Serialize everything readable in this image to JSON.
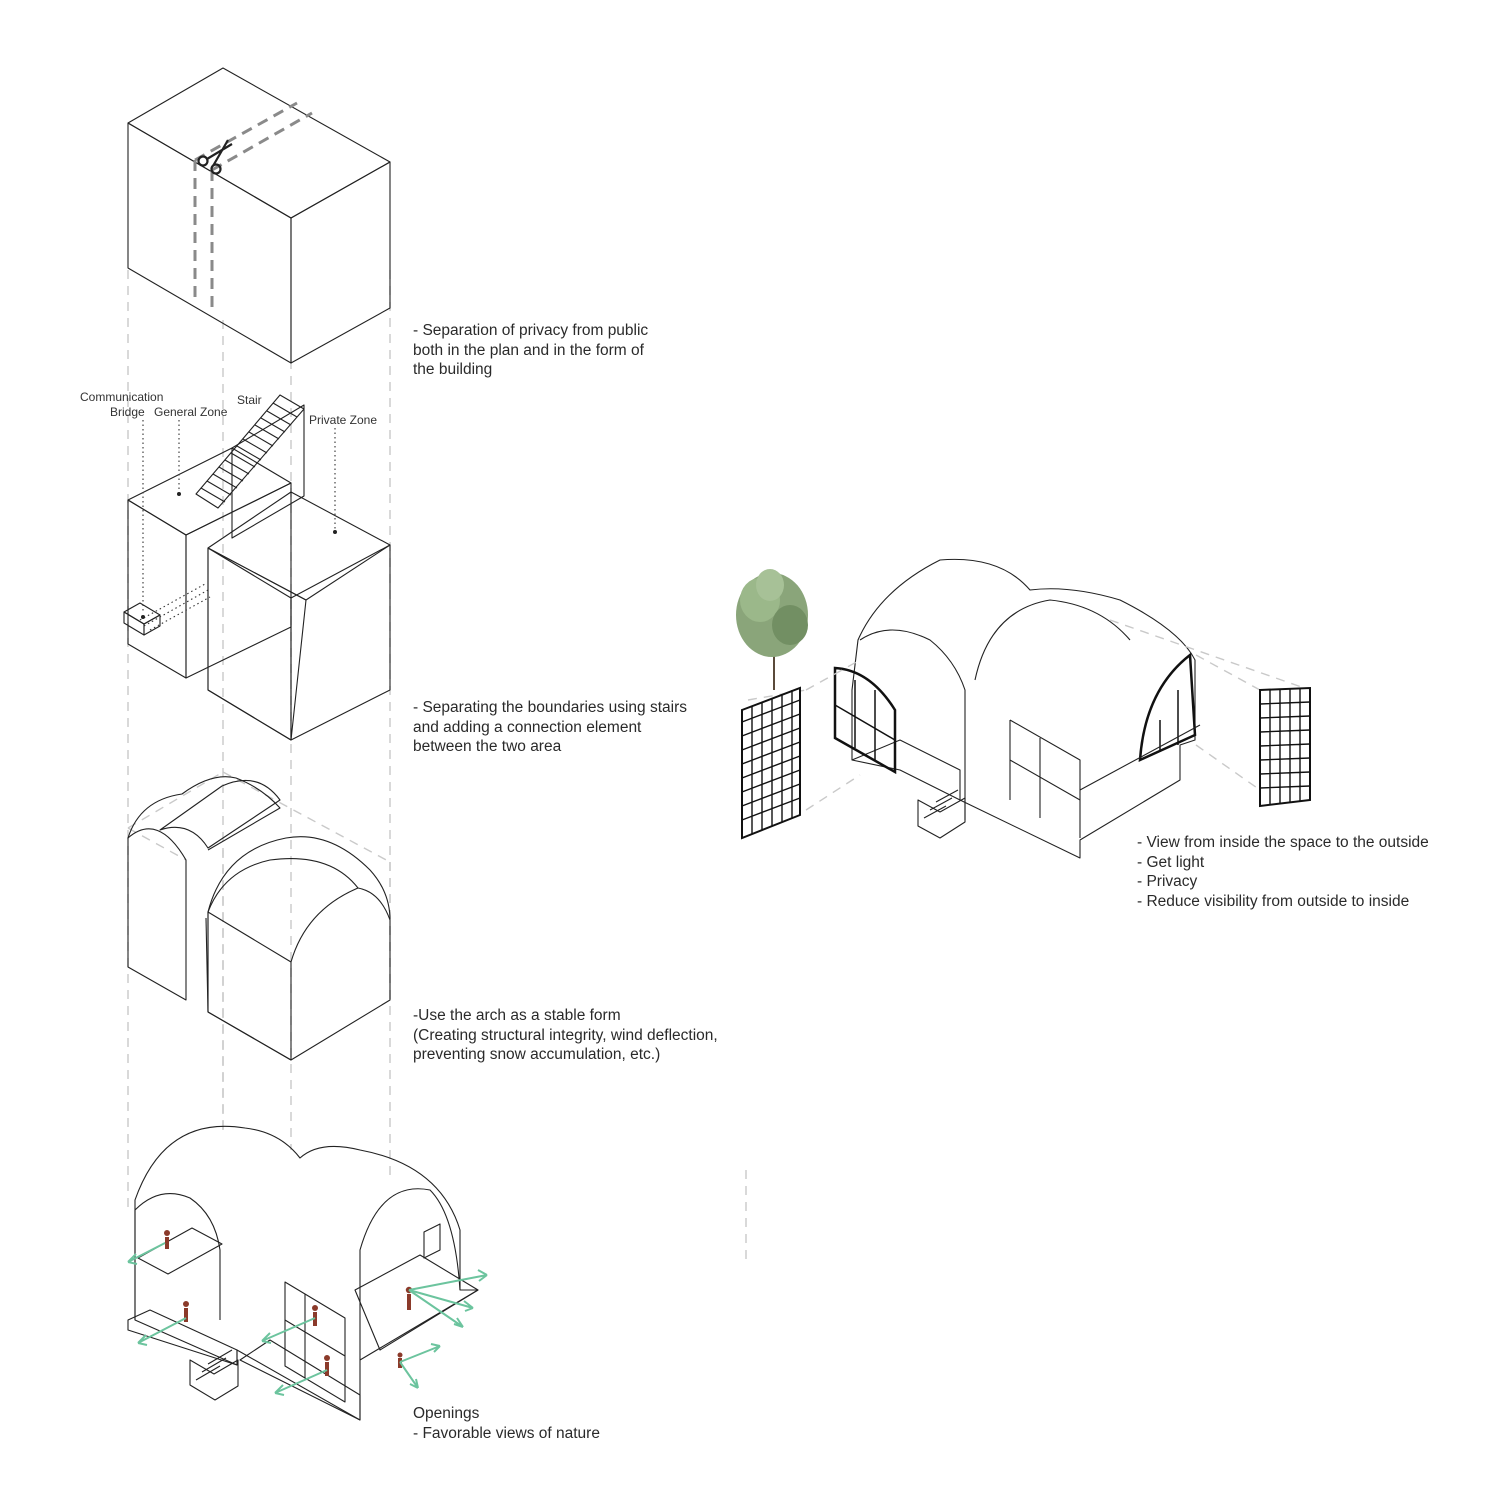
{
  "notes": {
    "step1": [
      "- Separation of privacy from public",
      "both in the plan and in the form of",
      "the building"
    ],
    "step2": [
      "- Separating the boundaries using stairs",
      "and adding a connection element",
      "between the two area"
    ],
    "step3": [
      "-Use the arch as a stable form",
      "(Creating structural integrity, wind deflection,",
      "preventing snow accumulation, etc.)"
    ],
    "step4": [
      "Openings",
      "- Favorable views of nature"
    ],
    "facade": [
      "- View from inside the space to the outside",
      "- Get light",
      "- Privacy",
      "- Reduce visibility from outside to inside"
    ]
  },
  "labels": {
    "communication": "Communication",
    "bridge": "Bridge",
    "general_zone": "General Zone",
    "stair": "Stair",
    "private_zone": "Private Zone"
  },
  "colors": {
    "general_zone": "#e8c2b6",
    "private_zone": "#fbf0d3",
    "opening_arrow": "#6cc49e",
    "people": "#8b3a2a"
  },
  "icons": [
    "scissors-icon",
    "tree-icon"
  ]
}
